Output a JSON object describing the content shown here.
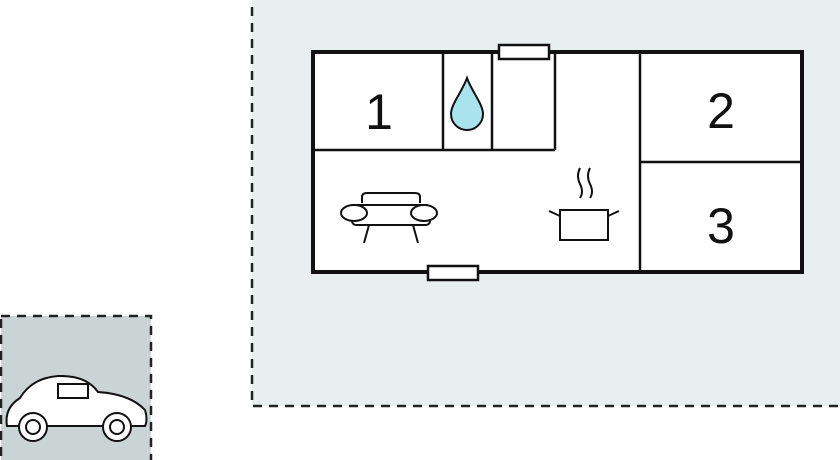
{
  "rooms": [
    {
      "id": "bedroom-1",
      "label": "1"
    },
    {
      "id": "bedroom-2",
      "label": "2"
    },
    {
      "id": "bedroom-3",
      "label": "3"
    }
  ],
  "icons": {
    "bathroom": "water-drop-icon",
    "living_room": "sofa-icon",
    "kitchen": "cooking-pot-icon",
    "parking": "car-icon"
  },
  "colors": {
    "plot_fill": "#e9efee",
    "parking_fill": "#cbd4d4",
    "wall": "#111111",
    "room_fill": "#ffffff",
    "water_fill": "#a9e3ee",
    "dash": "#222222"
  }
}
